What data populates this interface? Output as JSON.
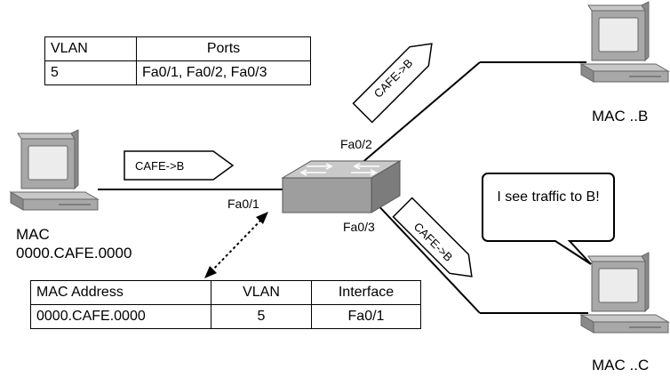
{
  "vlan_table": {
    "headers": [
      "VLAN",
      "Ports"
    ],
    "rows": [
      [
        "5",
        "Fa0/1, Fa0/2, Fa0/3"
      ]
    ]
  },
  "mac_table": {
    "headers": [
      "MAC Address",
      "VLAN",
      "Interface"
    ],
    "rows": [
      [
        "0000.CAFE.0000",
        "5",
        "Fa0/1"
      ]
    ]
  },
  "hosts": {
    "a": {
      "label_line1": "MAC",
      "label_line2": "0000.CAFE.0000"
    },
    "b": {
      "label": "MAC ..B"
    },
    "c": {
      "label": "MAC ..C"
    }
  },
  "ports": {
    "fa01": "Fa0/1",
    "fa02": "Fa0/2",
    "fa03": "Fa0/3"
  },
  "frames": {
    "to_switch": "CAFE->B",
    "to_b": "CAFE->B",
    "to_c": "CAFE->B"
  },
  "bubble": {
    "text": "I see traffic to B!"
  },
  "colors": {
    "device_gray": "#a8a8a8",
    "screen": "#ececec",
    "line": "#000000"
  }
}
